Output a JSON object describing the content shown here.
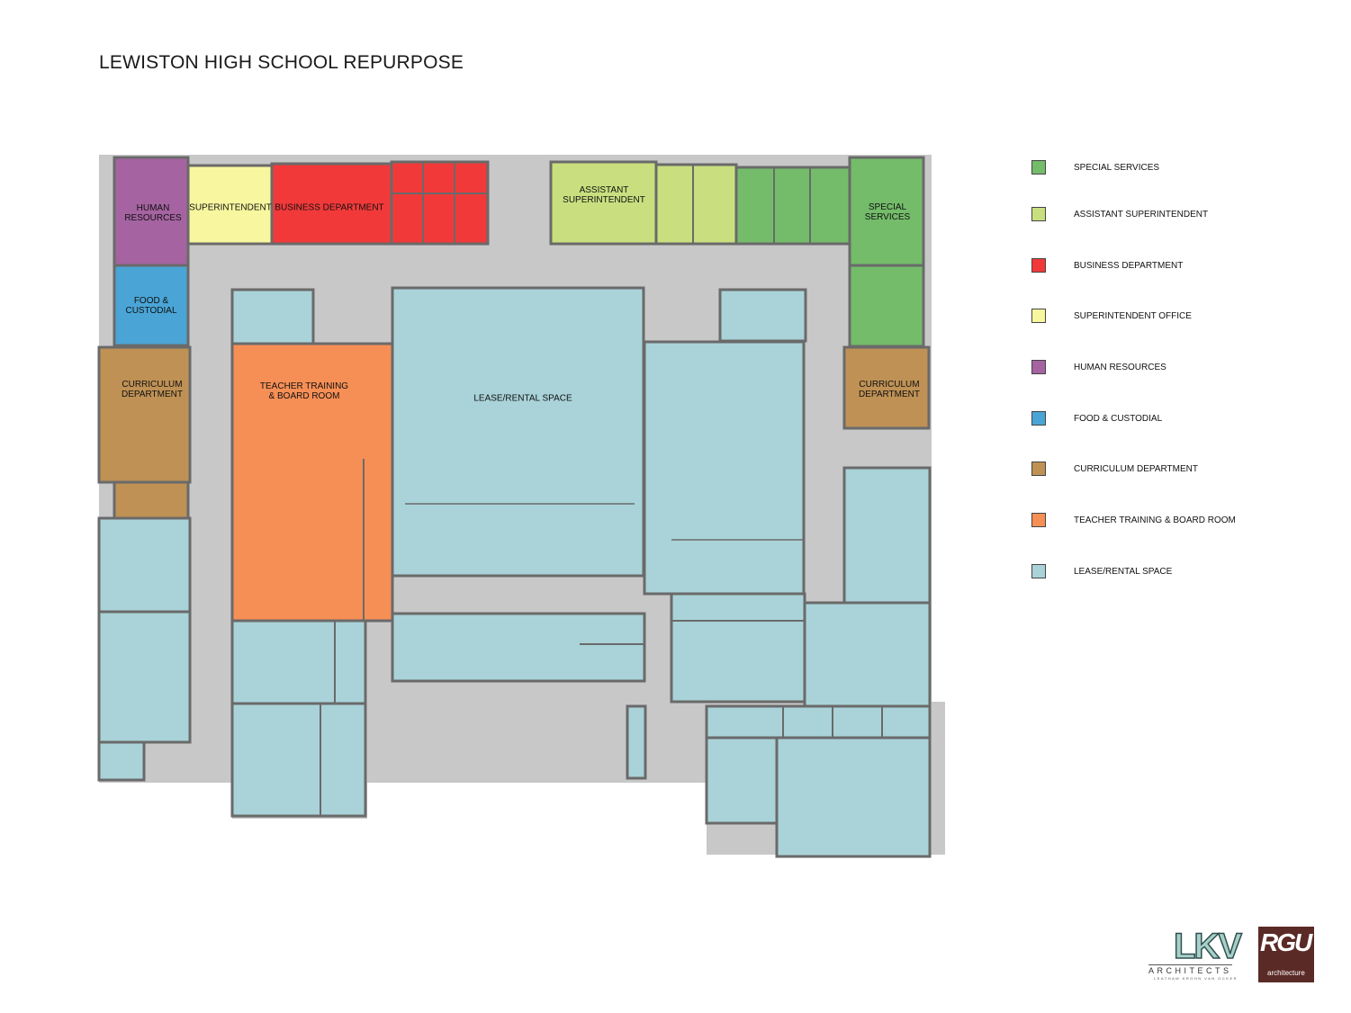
{
  "title": "LEWISTON HIGH SCHOOL REPURPOSE",
  "colors": {
    "special_services": "#74bc6a",
    "assistant_superintendent": "#c9df7f",
    "business_department": "#f2393a",
    "superintendent_office": "#f8f79f",
    "human_resources": "#a563a1",
    "food_custodial": "#4aa5d6",
    "curriculum_department": "#bf9155",
    "teacher_training": "#f68f56",
    "lease_rental": "#a9d3d8",
    "corridor": "#c9c8c8",
    "wall": "#6a6a6a"
  },
  "rooms": {
    "human_resources": [
      "HUMAN",
      "RESOURCES"
    ],
    "superintendent": [
      "SUPERINTENDENT"
    ],
    "business_department": [
      "BUSINESS DEPARTMENT"
    ],
    "assistant_superintendent": [
      "ASSISTANT",
      "SUPERINTENDENT"
    ],
    "special_services": [
      "SPECIAL",
      "SERVICES"
    ],
    "food_custodial": [
      "FOOD &",
      "CUSTODIAL"
    ],
    "curriculum_west": [
      "CURRICULUM",
      "DEPARTMENT"
    ],
    "curriculum_east": [
      "CURRICULUM",
      "DEPARTMENT"
    ],
    "teacher_training": [
      "TEACHER TRAINING",
      "& BOARD ROOM"
    ],
    "lease_rental": [
      "LEASE/RENTAL SPACE"
    ]
  },
  "legend": [
    {
      "label": "SPECIAL SERVICES",
      "color": "#74bc6a"
    },
    {
      "label": "ASSISTANT SUPERINTENDENT",
      "color": "#c9df7f"
    },
    {
      "label": "BUSINESS DEPARTMENT",
      "color": "#f2393a"
    },
    {
      "label": "SUPERINTENDENT OFFICE",
      "color": "#f8f79f"
    },
    {
      "label": "HUMAN RESOURCES",
      "color": "#a563a1"
    },
    {
      "label": "FOOD & CUSTODIAL",
      "color": "#4aa5d6"
    },
    {
      "label": "CURRICULUM DEPARTMENT",
      "color": "#bf9155"
    },
    {
      "label": "TEACHER TRAINING & BOARD ROOM",
      "color": "#f68f56"
    },
    {
      "label": "LEASE/RENTAL SPACE",
      "color": "#a9d3d8"
    }
  ],
  "logos": {
    "lkv": "LKV",
    "lkv_sub": "ARCHITECTS",
    "lkv_sub2": "LEATHAM KROHN VAN OCKER",
    "rgu": "RGU",
    "rgu_sub": "architecture"
  }
}
